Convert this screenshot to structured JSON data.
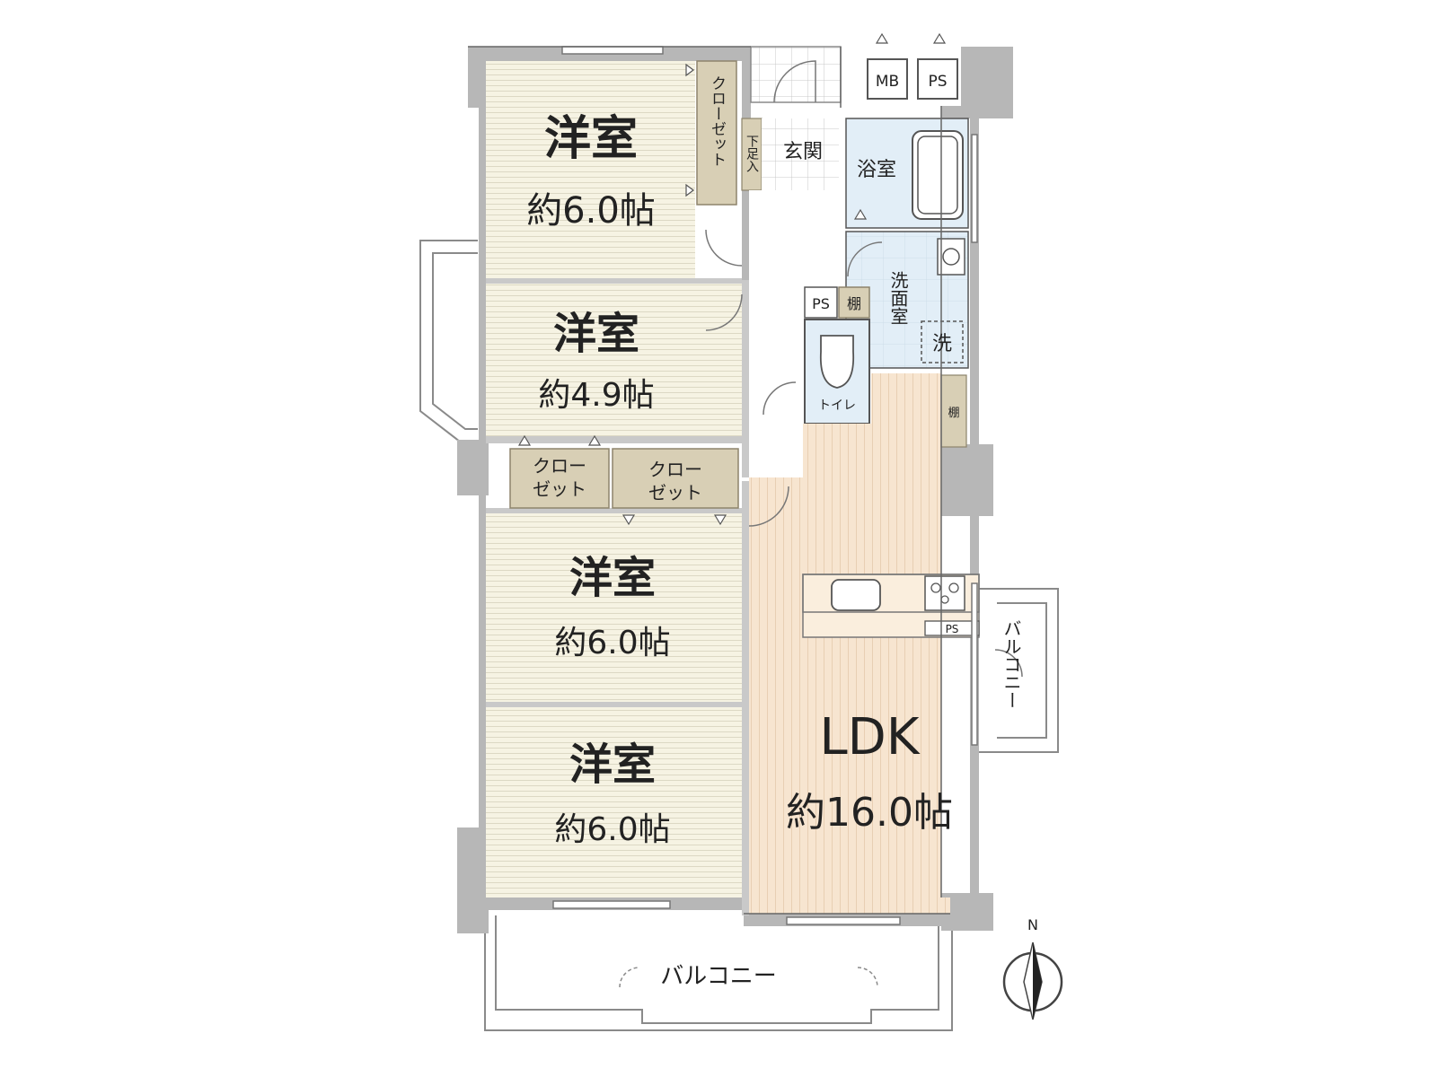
{
  "colors": {
    "wall": "#b7b7b7",
    "room_floor": "#f6f3e3",
    "room_line": "#d9d5c2",
    "ldk_floor": "#f7e5d0",
    "ldk_line": "#e8cdb0",
    "wet_area": "#e2eef7",
    "storage": "#d8cfb5",
    "entrance_tile": "#ffffff",
    "text": "#222222"
  },
  "rooms": {
    "bedroom1": {
      "name": "洋室",
      "size": "約6.0帖"
    },
    "bedroom2": {
      "name": "洋室",
      "size": "約4.9帖"
    },
    "bedroom3": {
      "name": "洋室",
      "size": "約6.0帖"
    },
    "bedroom4": {
      "name": "洋室",
      "size": "約6.0帖"
    },
    "ldk": {
      "name": "LDK",
      "size": "約16.0帖"
    }
  },
  "labels": {
    "closet_vertical": "クローゼット",
    "closet_a": [
      "クロー",
      "ゼット"
    ],
    "closet_b": [
      "クロー",
      "ゼット"
    ],
    "shoe_cabinet": "下足入",
    "entrance": "玄関",
    "bathroom": "浴室",
    "washroom": "洗面室",
    "washer": "洗",
    "toilet": "トイレ",
    "ps_top": "PS",
    "mb": "MB",
    "ps_toilet": "PS",
    "shelf_toilet": "棚",
    "shelf_ldk": "棚",
    "ps_kitchen": "PS",
    "balcony_bottom": "バルコニー",
    "balcony_side": "バルコニー"
  },
  "compass": {
    "north": "N"
  }
}
